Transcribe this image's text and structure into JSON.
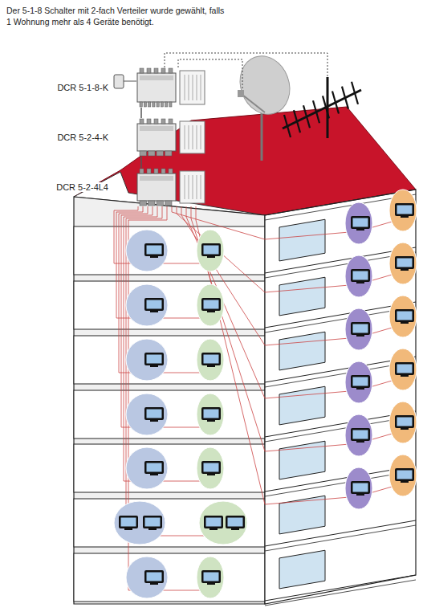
{
  "diagram": {
    "nodes": [
      {
        "text": [
          "DCR 5-1-8-K"
        ]
      },
      {
        "text": [
          "DCR 5-2-4-K"
        ]
      },
      {
        "text": [
          "DCR 5-2-4L4"
        ]
      }
    ],
    "edges": [
      {
        "from": 0,
        "to": 1,
        "arrow": "none"
      },
      {
        "from": 1,
        "to": 2,
        "arrow": "none"
      }
    ],
    "labels": [
      "Der 5-1-8 Schalter mit 2-fach Verteiler wurde gewählt, falls 1 Wohnung mehr als 4 Geräte benötigt."
    ]
  }
}
